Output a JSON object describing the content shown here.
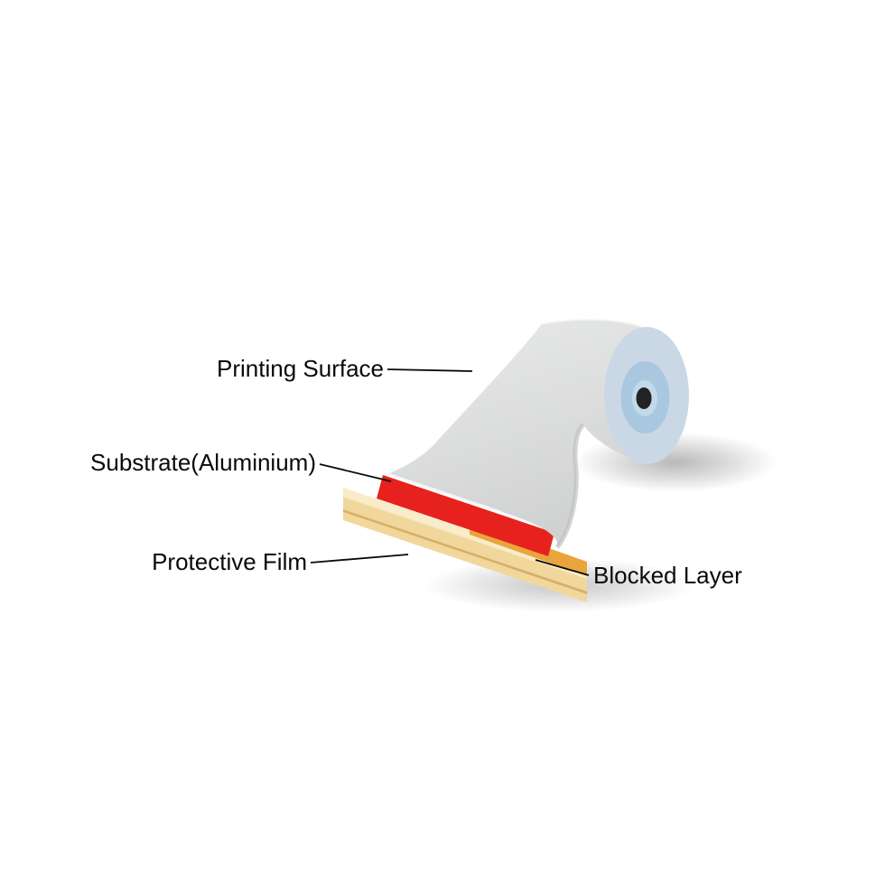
{
  "diagram": {
    "labels": {
      "printing_surface": "Printing Surface",
      "substrate": "Substrate(Aluminium)",
      "protective_film": "Protective Film",
      "blocked_layer": "Blocked Layer"
    },
    "colors": {
      "substrate_red": "#e7221e",
      "film_cream": "#f2d79c",
      "film_cream_light": "#f8ecc9",
      "film_cream_dark": "#d7b065",
      "blocked_orange": "#e9a53c",
      "roll_face": "#cad8e6",
      "roll_hub": "#a9c8e0",
      "roll_hub_ring": "#c2d9ea",
      "roll_core": "#232323",
      "label_text": "#000000"
    }
  }
}
